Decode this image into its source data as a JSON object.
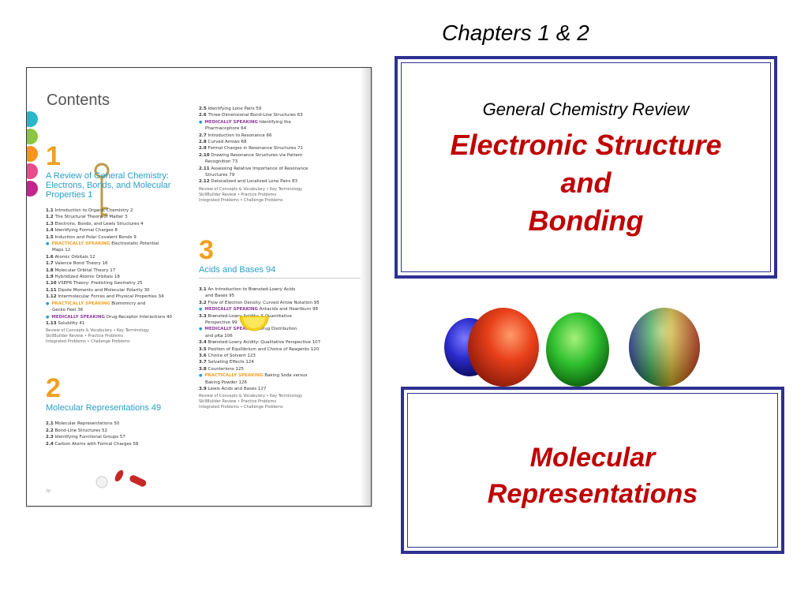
{
  "slide": {
    "title": "Chapters 1 & 2"
  },
  "contents_page": {
    "heading": "Contents",
    "footer": "iv",
    "chapter1": {
      "number": "1",
      "title_line1": "A Review of General Chemistry:",
      "title_line2": "Electrons, Bonds, and Molecular",
      "title_line3": "Properties 1",
      "entries": [
        {
          "num": "1.1",
          "text": "Introduction to Organic Chemistry 2"
        },
        {
          "num": "1.2",
          "text": "The Structural Theory of Matter 3"
        },
        {
          "num": "1.3",
          "text": "Electrons, Bonds, and Lewis Structures 4"
        },
        {
          "num": "1.4",
          "text": "Identifying Formal Charges 8"
        },
        {
          "num": "1.5",
          "text": "Induction and Polar Covalent Bonds 9"
        }
      ],
      "callout1_tag": "PRACTICALLY SPEAKING",
      "callout1_text": "Electrostatic Potential",
      "callout1_text2": "Maps 12",
      "entries2": [
        {
          "num": "1.6",
          "text": "Atomic Orbitals 12"
        },
        {
          "num": "1.7",
          "text": "Valence Bond Theory 16"
        },
        {
          "num": "1.8",
          "text": "Molecular Orbital Theory 17"
        },
        {
          "num": "1.9",
          "text": "Hybridized Atomic Orbitals 18"
        },
        {
          "num": "1.10",
          "text": "VSEPR Theory: Predicting Geometry 25"
        },
        {
          "num": "1.11",
          "text": "Dipole Moments and Molecular Polarity 30"
        },
        {
          "num": "1.12",
          "text": "Intermolecular Forces and Physical Properties 34"
        }
      ],
      "callout2_tag": "PRACTICALLY SPEAKING",
      "callout2_text": "Biomimicry and",
      "callout2_text2": "Gecko Feet 36",
      "callout3_tag": "MEDICALLY SPEAKING",
      "callout3_text": "Drug-Receptor Interactions 40",
      "entry_last": {
        "num": "1.13",
        "text": "Solubility 41"
      },
      "review1": "Review of Concepts & Vocabulary • Key Terminology",
      "review2": "SkillBuilder Review • Practice Problems",
      "review3": "Integrated Problems • Challenge Problems"
    },
    "chapter2": {
      "number": "2",
      "title": "Molecular Representations 49",
      "entries": [
        {
          "num": "2.1",
          "text": "Molecular Representations 50"
        },
        {
          "num": "2.2",
          "text": "Bond-Line Structures 52"
        },
        {
          "num": "2.3",
          "text": "Identifying Functional Groups 57"
        },
        {
          "num": "2.4",
          "text": "Carbon Atoms with Formal Charges 58"
        }
      ]
    },
    "col2": {
      "entries": [
        {
          "num": "2.5",
          "text": "Identifying Lone Pairs 59"
        },
        {
          "num": "2.6",
          "text": "Three-Dimensional Bond-Line Structures 63"
        }
      ],
      "callout1_tag": "MEDICALLY SPEAKING",
      "callout1_text": "Identifying the",
      "callout1_text2": "Pharmacophore 64",
      "entries2": [
        {
          "num": "2.7",
          "text": "Introduction to Resonance 66"
        },
        {
          "num": "2.8",
          "text": "Curved Arrows 68"
        },
        {
          "num": "2.9",
          "text": "Formal Charges in Resonance Structures 71"
        },
        {
          "num": "2.10",
          "text": "Drawing Resonance Structures via Pattern"
        },
        {
          "num": "",
          "text": "Recognition 73"
        },
        {
          "num": "2.11",
          "text": "Assessing Relative Importance of Resonance"
        },
        {
          "num": "",
          "text": "Structures 79"
        },
        {
          "num": "2.12",
          "text": "Delocalized and Localized Lone Pairs 83"
        }
      ],
      "review1": "Review of Concepts & Vocabulary • Key Terminology",
      "review2": "SkillBuilder Review • Practice Problems",
      "review3": "Integrated Problems • Challenge Problems"
    },
    "chapter3": {
      "number": "3",
      "title": "Acids and Bases 94",
      "entries": [
        {
          "num": "3.1",
          "text": "An Introduction to Brønsted-Lowry Acids"
        },
        {
          "num": "",
          "text": "and Bases 95"
        },
        {
          "num": "3.2",
          "text": "Flow of Electron Density: Curved Arrow Notation 95"
        }
      ],
      "callout1_tag": "MEDICALLY SPEAKING",
      "callout1_text": "Antacids and Heartburn 98",
      "entries2": [
        {
          "num": "3.3",
          "text": "Brønsted-Lowry Acidity: A Quantitative"
        },
        {
          "num": "",
          "text": "Perspective 99"
        }
      ],
      "callout2_tag": "MEDICALLY SPEAKING",
      "callout2_text": "Drug Distribution",
      "callout2_text2": "and pKa 106",
      "entries3": [
        {
          "num": "3.4",
          "text": "Brønsted-Lowry Acidity: Qualitative Perspective 107"
        },
        {
          "num": "3.5",
          "text": "Position of Equilibrium and Choice of Reagents 120"
        },
        {
          "num": "3.6",
          "text": "Choice of Solvent 123"
        },
        {
          "num": "3.7",
          "text": "Solvating Effects 124"
        },
        {
          "num": "3.8",
          "text": "Counterions 125"
        }
      ],
      "callout3_tag": "PRACTICALLY SPEAKING",
      "callout3_text": "Baking Soda versus",
      "callout3_text2": "Baking Powder 126",
      "entry_last": {
        "num": "3.9",
        "text": "Lewis Acids and Bases 127"
      },
      "review1": "Review of Concepts & Vocabulary • Key Terminology",
      "review2": "SkillBuilder Review • Practice Problems",
      "review3": "Integrated Problems • Challenge Problems"
    },
    "tab_colors": [
      "#2ab5c8",
      "#8cc63f",
      "#f7941d",
      "#e84c8a",
      "#c2268c"
    ]
  },
  "box_top": {
    "subtitle": "General Chemistry Review",
    "line1": "Electronic Structure",
    "line2": "and",
    "line3": "Bonding"
  },
  "box_bottom": {
    "line1": "Molecular",
    "line2": "Representations"
  },
  "colors": {
    "title_red": "#c00000",
    "box_border": "#2e3192"
  }
}
